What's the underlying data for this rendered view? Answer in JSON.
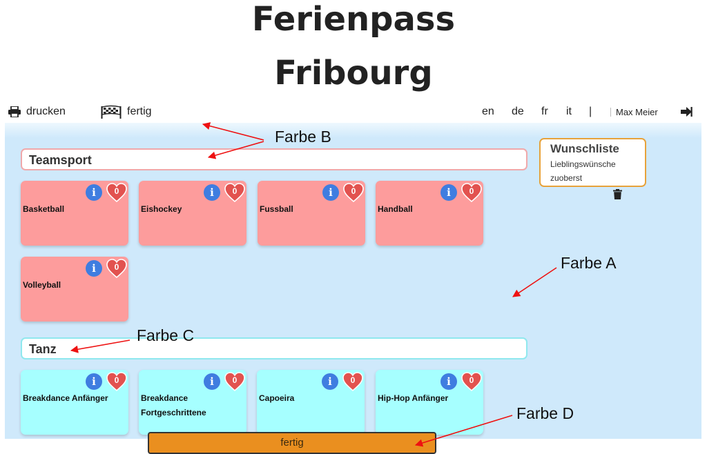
{
  "page": {
    "title_line1": "Ferienpass",
    "title_line2": "Fribourg"
  },
  "toolbar": {
    "print_label": "drucken",
    "done_label": "fertig",
    "languages": [
      "en",
      "de",
      "fr",
      "it"
    ],
    "separator": "|",
    "user_name": "Max Meier"
  },
  "groups": [
    {
      "name": "Teamsport",
      "color": "#fd9c9c",
      "activities": [
        {
          "name": "Basketball",
          "favorites": "0"
        },
        {
          "name": "Eishockey",
          "favorites": "0"
        },
        {
          "name": "Fussball",
          "favorites": "0"
        },
        {
          "name": "Handball",
          "favorites": "0"
        },
        {
          "name": "Volleyball",
          "favorites": "0"
        }
      ]
    },
    {
      "name": "Tanz",
      "color": "#a6ffff",
      "activities": [
        {
          "name": "Breakdance Anfänger",
          "favorites": "0"
        },
        {
          "name": "Breakdance Fortgeschrittene",
          "favorites": "0"
        },
        {
          "name": "Capoeira",
          "favorites": "0"
        },
        {
          "name": "Hip-Hop Anfänger",
          "favorites": "0"
        }
      ]
    }
  ],
  "wishlist": {
    "title": "Wunschliste",
    "subtitle": "Lieblingswünsche zuoberst"
  },
  "footer": {
    "done_button": "fertig"
  },
  "annotations": {
    "farbe_a": "Farbe A",
    "farbe_b": "Farbe B",
    "farbe_c": "Farbe C",
    "farbe_d": "Farbe D"
  },
  "colors": {
    "background_a": "#cfe9fb",
    "team_card": "#fd9c9c",
    "tanz_card": "#a6ffff",
    "button_d": "#ea8f1f",
    "info_icon": "#3f7de0",
    "heart_icon": "#e2524f"
  }
}
